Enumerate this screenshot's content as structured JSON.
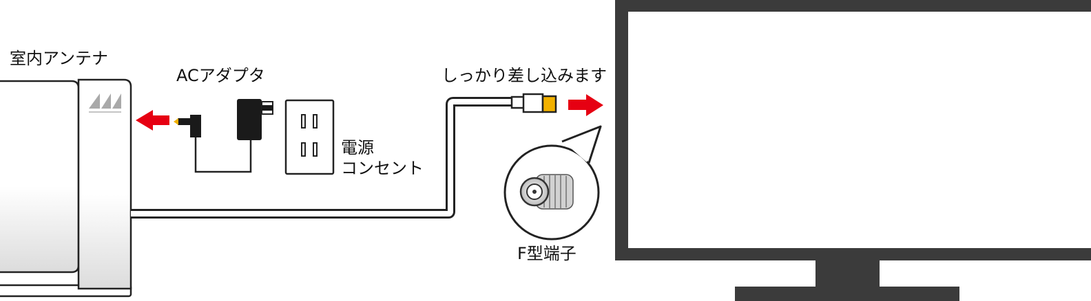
{
  "labels": {
    "indoor_antenna": "室内アンテナ",
    "ac_adapter": "ACアダプタ",
    "insert_firmly": "しっかり差し込みます",
    "outlet_line1": "電源",
    "outlet_line2": "コンセント",
    "f_connector": "F型端子"
  },
  "colors": {
    "arrow": "#e60012",
    "tv_body": "#3b3b3b",
    "cable_plug": "#f2b100",
    "antenna_outline": "#222222"
  },
  "icons": {
    "antenna_logo": "mountain-logo-icon",
    "arrow": "arrow-right-icon"
  }
}
